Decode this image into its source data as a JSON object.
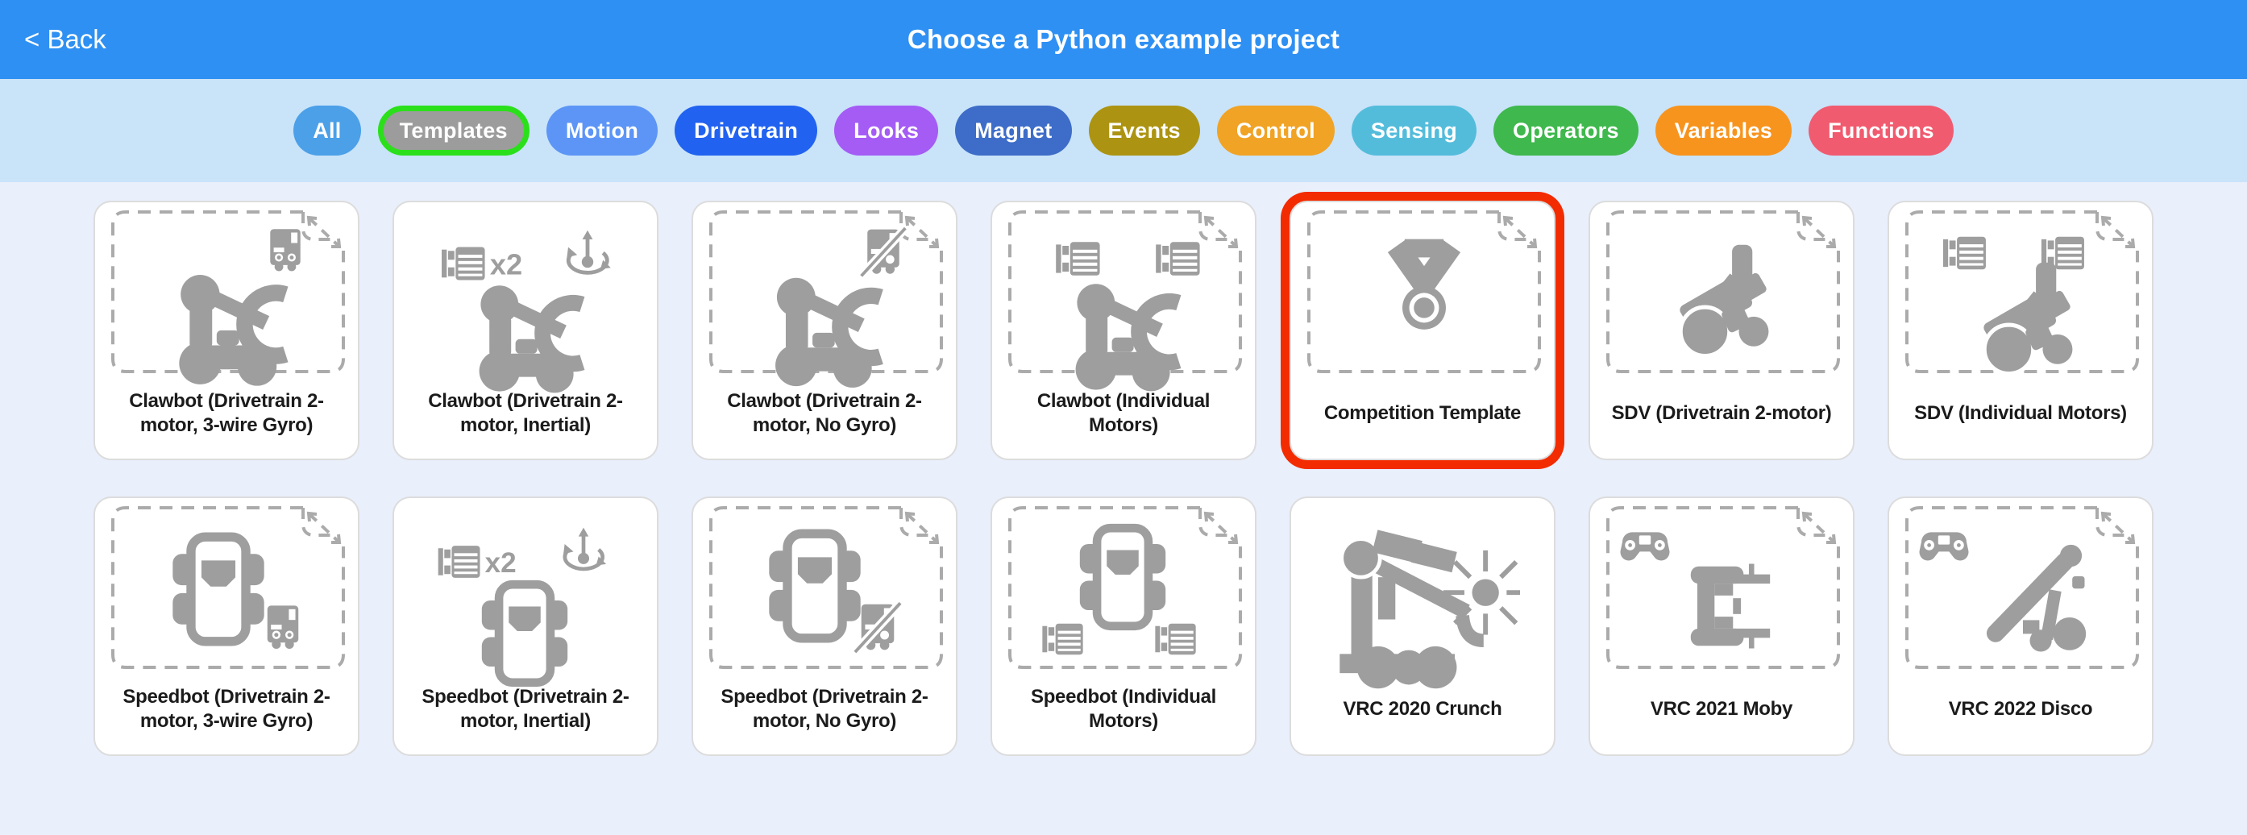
{
  "header": {
    "back_label": "< Back",
    "title": "Choose a Python example project"
  },
  "filters": [
    {
      "label": "All",
      "color": "#4BA0E8"
    },
    {
      "label": "Templates",
      "color": "#9C9C9C",
      "selected": true
    },
    {
      "label": "Motion",
      "color": "#5C95F5"
    },
    {
      "label": "Drivetrain",
      "color": "#2163F0"
    },
    {
      "label": "Looks",
      "color": "#A45CF5"
    },
    {
      "label": "Magnet",
      "color": "#3D6DC8"
    },
    {
      "label": "Events",
      "color": "#AC9412"
    },
    {
      "label": "Control",
      "color": "#F0A325"
    },
    {
      "label": "Sensing",
      "color": "#54BCDB"
    },
    {
      "label": "Operators",
      "color": "#3FB84D"
    },
    {
      "label": "Variables",
      "color": "#F7941E"
    },
    {
      "label": "Functions",
      "color": "#F15B6F"
    }
  ],
  "cards": [
    {
      "label": "Clawbot (Drivetrain 2-motor, 3-wire Gyro)",
      "file_outline": true,
      "highlighted": false,
      "icons": [
        "gyro-3wire-icon",
        "clawbot-icon"
      ]
    },
    {
      "label": "Clawbot (Drivetrain 2-motor, Inertial)",
      "file_outline": false,
      "highlighted": false,
      "icons": [
        "motor-x2-icon",
        "inertial-sensor-icon",
        "clawbot-icon"
      ]
    },
    {
      "label": "Clawbot (Drivetrain 2-motor, No Gyro)",
      "file_outline": true,
      "highlighted": false,
      "icons": [
        "no-gyro-icon",
        "clawbot-icon"
      ]
    },
    {
      "label": "Clawbot (Individual Motors)",
      "file_outline": true,
      "highlighted": false,
      "icons": [
        "motor-icon",
        "motor-icon",
        "clawbot-icon"
      ]
    },
    {
      "label": "Competition Template",
      "file_outline": true,
      "highlighted": true,
      "icons": [
        "medal-icon"
      ]
    },
    {
      "label": "SDV (Drivetrain 2-motor)",
      "file_outline": true,
      "highlighted": false,
      "icons": [
        "sdv-robot-icon"
      ]
    },
    {
      "label": "SDV (Individual Motors)",
      "file_outline": true,
      "highlighted": false,
      "icons": [
        "motor-icon",
        "motor-icon",
        "sdv-robot-icon"
      ]
    },
    {
      "label": "Speedbot (Drivetrain 2-motor, 3-wire Gyro)",
      "file_outline": true,
      "highlighted": false,
      "icons": [
        "speedbot-icon",
        "gyro-3wire-icon"
      ]
    },
    {
      "label": "Speedbot (Drivetrain 2-motor, Inertial)",
      "file_outline": false,
      "highlighted": false,
      "icons": [
        "motor-x2-icon",
        "inertial-sensor-icon",
        "speedbot-icon"
      ]
    },
    {
      "label": "Speedbot (Drivetrain 2-motor, No Gyro)",
      "file_outline": true,
      "highlighted": false,
      "icons": [
        "speedbot-icon",
        "no-gyro-icon"
      ]
    },
    {
      "label": "Speedbot (Individual Motors)",
      "file_outline": true,
      "highlighted": false,
      "icons": [
        "speedbot-icon",
        "motor-icon",
        "motor-icon"
      ]
    },
    {
      "label": "VRC 2020 Crunch",
      "file_outline": false,
      "highlighted": false,
      "icons": [
        "vrc-crunch-robot-icon"
      ]
    },
    {
      "label": "VRC 2021 Moby",
      "file_outline": true,
      "highlighted": false,
      "icons": [
        "gamepad-icon",
        "vrc-moby-robot-icon"
      ]
    },
    {
      "label": "VRC 2022 Disco",
      "file_outline": true,
      "highlighted": false,
      "icons": [
        "gamepad-icon",
        "vrc-disco-robot-icon"
      ]
    }
  ],
  "colors": {
    "header_bg": "#2E90F2",
    "filter_bar_bg": "#C9E3F9",
    "page_bg": "#E9EFFB",
    "card_bg": "#FFFFFF",
    "card_border": "#DCDCDC",
    "dashed_outline": "#ABABAB",
    "icon_gray": "#9E9E9E",
    "label_text": "#1B1B1B",
    "highlight_red": "#F32B00",
    "selected_ring_green": "#2BE01B"
  }
}
